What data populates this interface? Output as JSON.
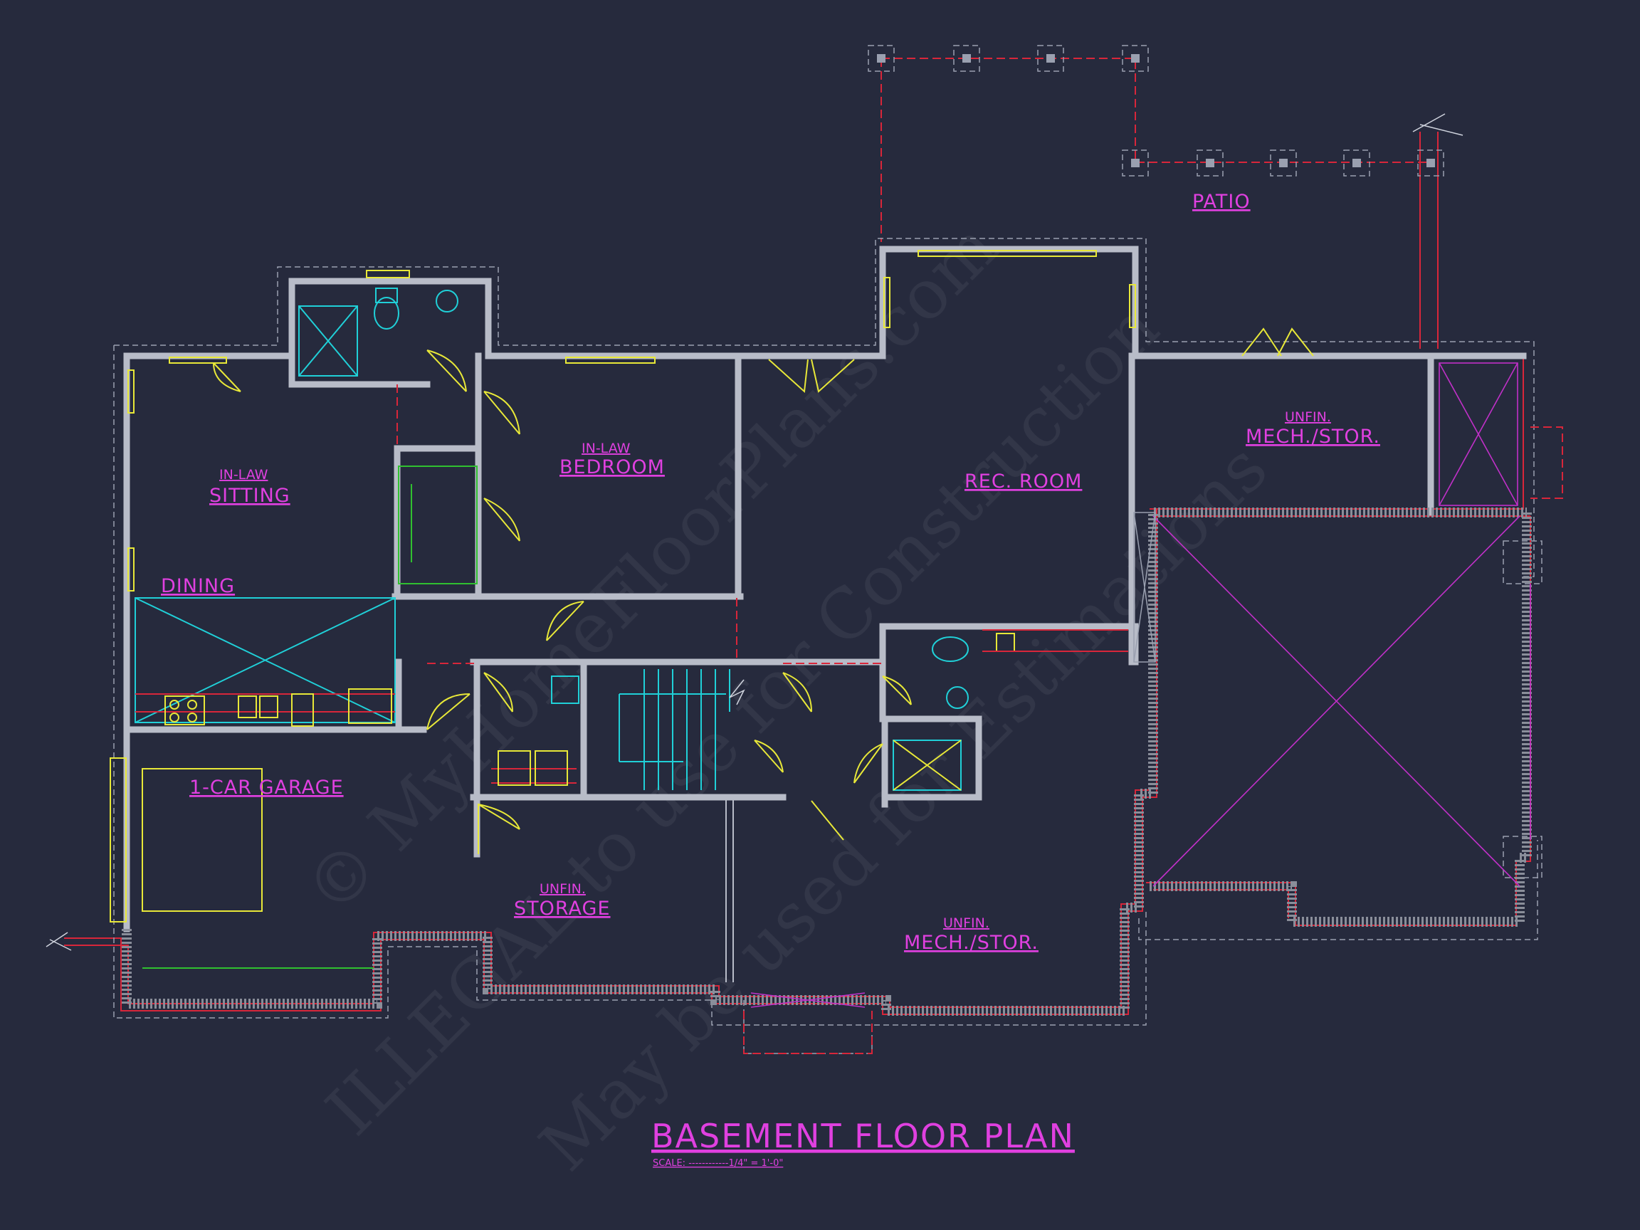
{
  "rooms": {
    "patio": "PATIO",
    "mech_top_small": "UNFIN.",
    "mech_top_big": "MECH./STOR.",
    "inlaw_bed_small": "IN-LAW",
    "inlaw_bed_big": "BEDROOM",
    "rec_room": "REC. ROOM",
    "inlaw_sit_small": "IN-LAW",
    "inlaw_sit_big": "SITTING",
    "dining": "DINING",
    "garage": "1-CAR GARAGE",
    "storage_small": "UNFIN.",
    "storage_big": "STORAGE",
    "mech_bottom_small": "UNFIN.",
    "mech_bottom_big": "MECH./STOR."
  },
  "title": {
    "main": "BASEMENT FLOOR PLAN",
    "scale": "SCALE: ------------1/4\" = 1'-0\""
  },
  "watermark": {
    "line1": "© MyHomeFloorPlans.com",
    "line2": "ILLEGAL to use for Construction",
    "line3": "May be used for Estimations"
  },
  "colors": {
    "background": "#262a3d",
    "wall": "#b8bcc8",
    "labels": "#e040e0",
    "doors": "#e8e838",
    "fixtures": "#20d0d8",
    "footing": "#d8263a"
  }
}
